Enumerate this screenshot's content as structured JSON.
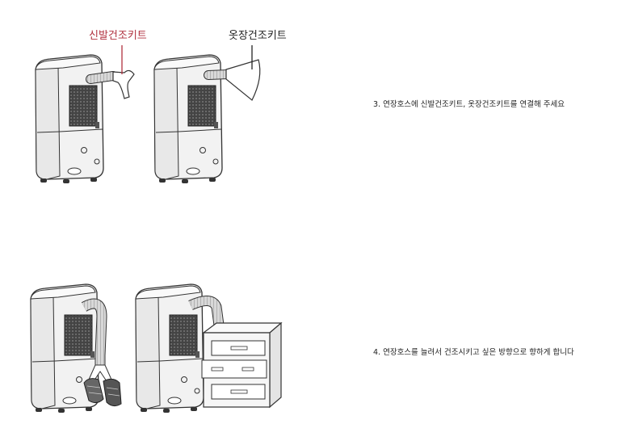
{
  "labels": {
    "shoe_kit": "신발건조키트",
    "closet_kit": "옷장건조키트"
  },
  "steps": {
    "step3": "3. 연장호스에 신발건조키트, 옷장건조키트를 연결해 주세요",
    "step4": "4. 연장호스를 늘려서 건조시키고 싶은 방향으로 향하게 합니다"
  },
  "colors": {
    "accent_label": "#b0313f",
    "text": "#222222"
  }
}
